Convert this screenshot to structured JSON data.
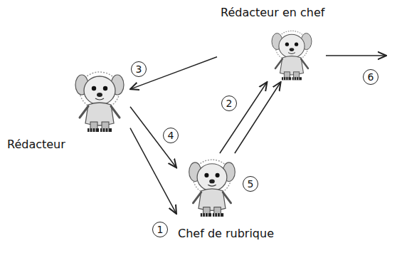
{
  "diagram": {
    "nodes": [
      {
        "text": [
          "Rédacteur en chef"
        ]
      },
      {
        "text": [
          "Rédacteur"
        ]
      },
      {
        "text": [
          "Chef de rubrique"
        ]
      }
    ],
    "edges": [
      {
        "from": 1,
        "to": 2,
        "arrow": "to",
        "label": "1"
      },
      {
        "from": 2,
        "to": 0,
        "arrow": "to",
        "label": "2"
      },
      {
        "from": 0,
        "to": 1,
        "arrow": "to",
        "label": "3"
      },
      {
        "from": 1,
        "to": 2,
        "arrow": "to",
        "label": "4"
      },
      {
        "from": 2,
        "to": 0,
        "arrow": "to",
        "label": "5"
      }
    ],
    "labels": [
      "6"
    ]
  }
}
